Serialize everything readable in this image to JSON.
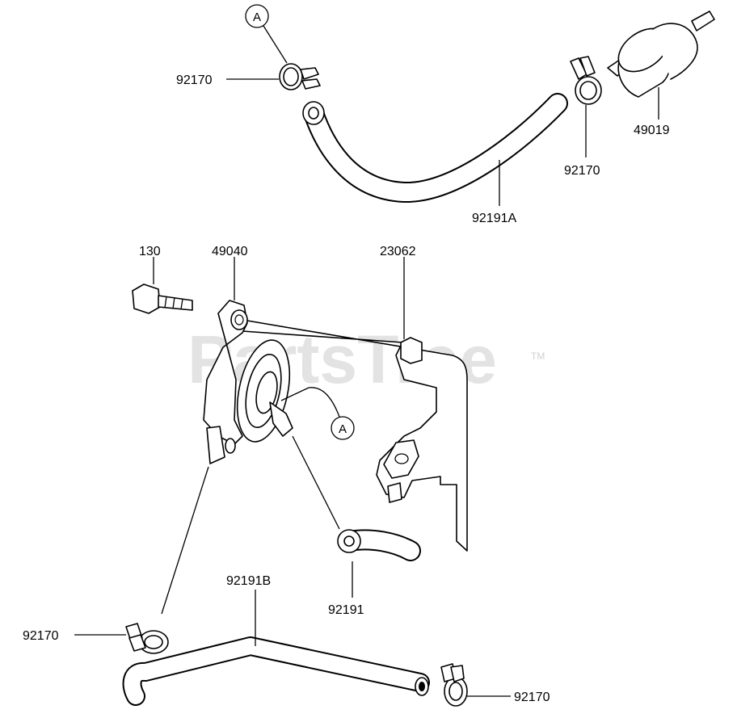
{
  "watermark": {
    "text": "PartsTree",
    "tm": "TM"
  },
  "callouts": {
    "top": "A",
    "middle": "A"
  },
  "labels": {
    "clamp_top_left": "92170",
    "clamp_top_right": "92170",
    "fuel_filter": "49019",
    "hose_top": "92191A",
    "bolt": "130",
    "fuel_pump": "49040",
    "bracket": "23062",
    "hose_short": "92191",
    "hose_bottom": "92191B",
    "clamp_bottom_left": "92170",
    "clamp_bottom_right": "92170"
  }
}
